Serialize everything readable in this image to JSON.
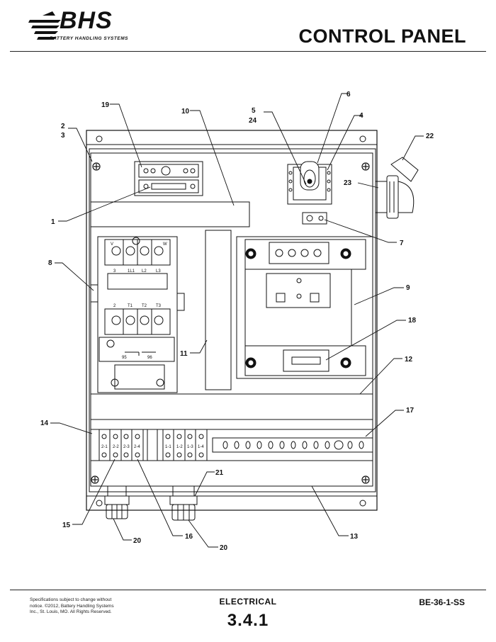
{
  "header": {
    "logo_text": "BHS",
    "logo_subtitle": "BATTERY HANDLING SYSTEMS",
    "title": "CONTROL PANEL"
  },
  "callouts": {
    "c1": "1",
    "c2": "2",
    "c3": "3",
    "c4": "4",
    "c5": "5",
    "c24": "24",
    "c6": "6",
    "c7": "7",
    "c8": "8",
    "c9": "9",
    "c10": "10",
    "c11": "11",
    "c12": "12",
    "c13": "13",
    "c14": "14",
    "c15": "15",
    "c16": "16",
    "c17": "17",
    "c18": "18",
    "c19": "19",
    "c20a": "20",
    "c20b": "20",
    "c21": "21",
    "c22": "22",
    "c23": "23"
  },
  "contactor": {
    "top_terminals": [
      "3",
      "1L1",
      "L2",
      "L3"
    ],
    "bottom_terminals": [
      "2",
      "T1",
      "T2",
      "T3"
    ],
    "aux_left": "95",
    "aux_right": "96",
    "coil_left": "V",
    "coil_right": "W"
  },
  "terminal_blocks": {
    "group_a": [
      "2-1",
      "2-2",
      "2-3",
      "2-4"
    ],
    "group_b": [
      "1-1",
      "1-2",
      "1-3",
      "1-4"
    ]
  },
  "footer": {
    "note": "Specifications subject to change without notice. ©2012, Battery Handling Systems Inc., St. Louis, MO. All Rights Reserved.",
    "section": "ELECTRICAL",
    "number": "3.4.1",
    "code": "BE-36-1-SS"
  }
}
